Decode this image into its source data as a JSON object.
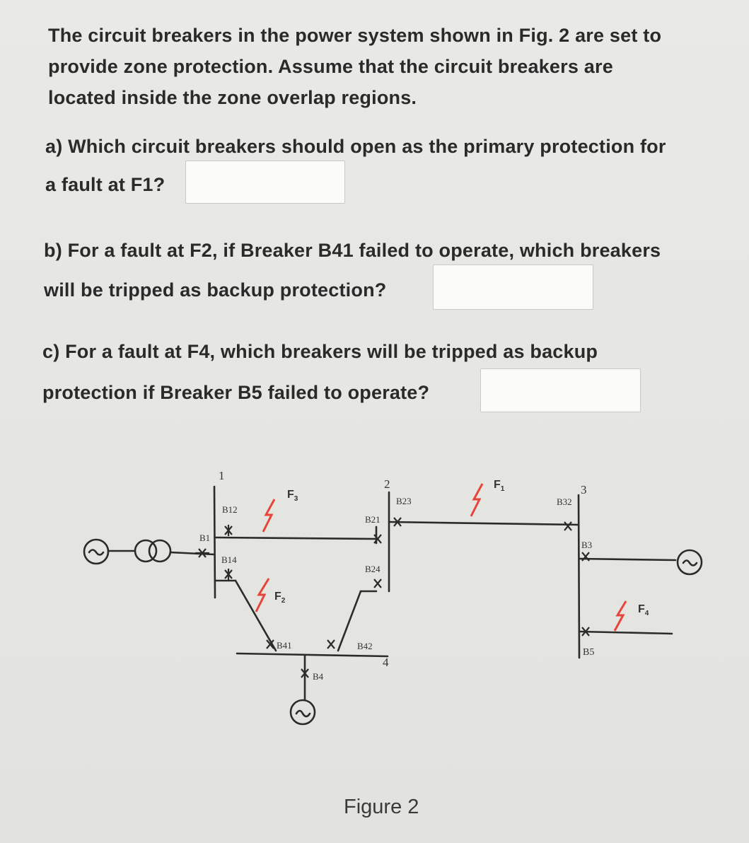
{
  "intro": {
    "line1": "The circuit breakers in the power system shown in Fig. 2 are set to",
    "line2": "provide zone protection. Assume that the circuit breakers are",
    "line3": "located inside the zone overlap regions."
  },
  "question_a": {
    "line1": "a) Which circuit breakers should open as the primary protection for",
    "line2": "a fault at F1?",
    "answer_value": ""
  },
  "question_b": {
    "line1": "b) For a fault at F2, if Breaker B41 failed to operate, which breakers",
    "line2": "will be tripped as backup protection?",
    "answer_value": ""
  },
  "question_c": {
    "line1": "c) For a fault at F4, which breakers will be tripped as backup",
    "line2": "protection if Breaker B5 failed to operate?",
    "answer_value": ""
  },
  "diagram": {
    "bus_labels": [
      "1",
      "2",
      "3",
      "4"
    ],
    "breaker_labels": {
      "b1": "B1",
      "b12": "B12",
      "b14": "B14",
      "b21": "B21",
      "b23": "B23",
      "b24": "B24",
      "b32": "B32",
      "b3": "B3",
      "b41": "B41",
      "b42": "B42",
      "b4": "B4",
      "b5": "B5"
    },
    "fault_labels": {
      "f1": "F",
      "f1_sub": "1",
      "f2": "F",
      "f2_sub": "2",
      "f3": "F",
      "f3_sub": "3",
      "f4": "F",
      "f4_sub": "4"
    },
    "fault_color": "#e8453a",
    "line_color": "#2b2b2b"
  },
  "caption": "Figure 2"
}
